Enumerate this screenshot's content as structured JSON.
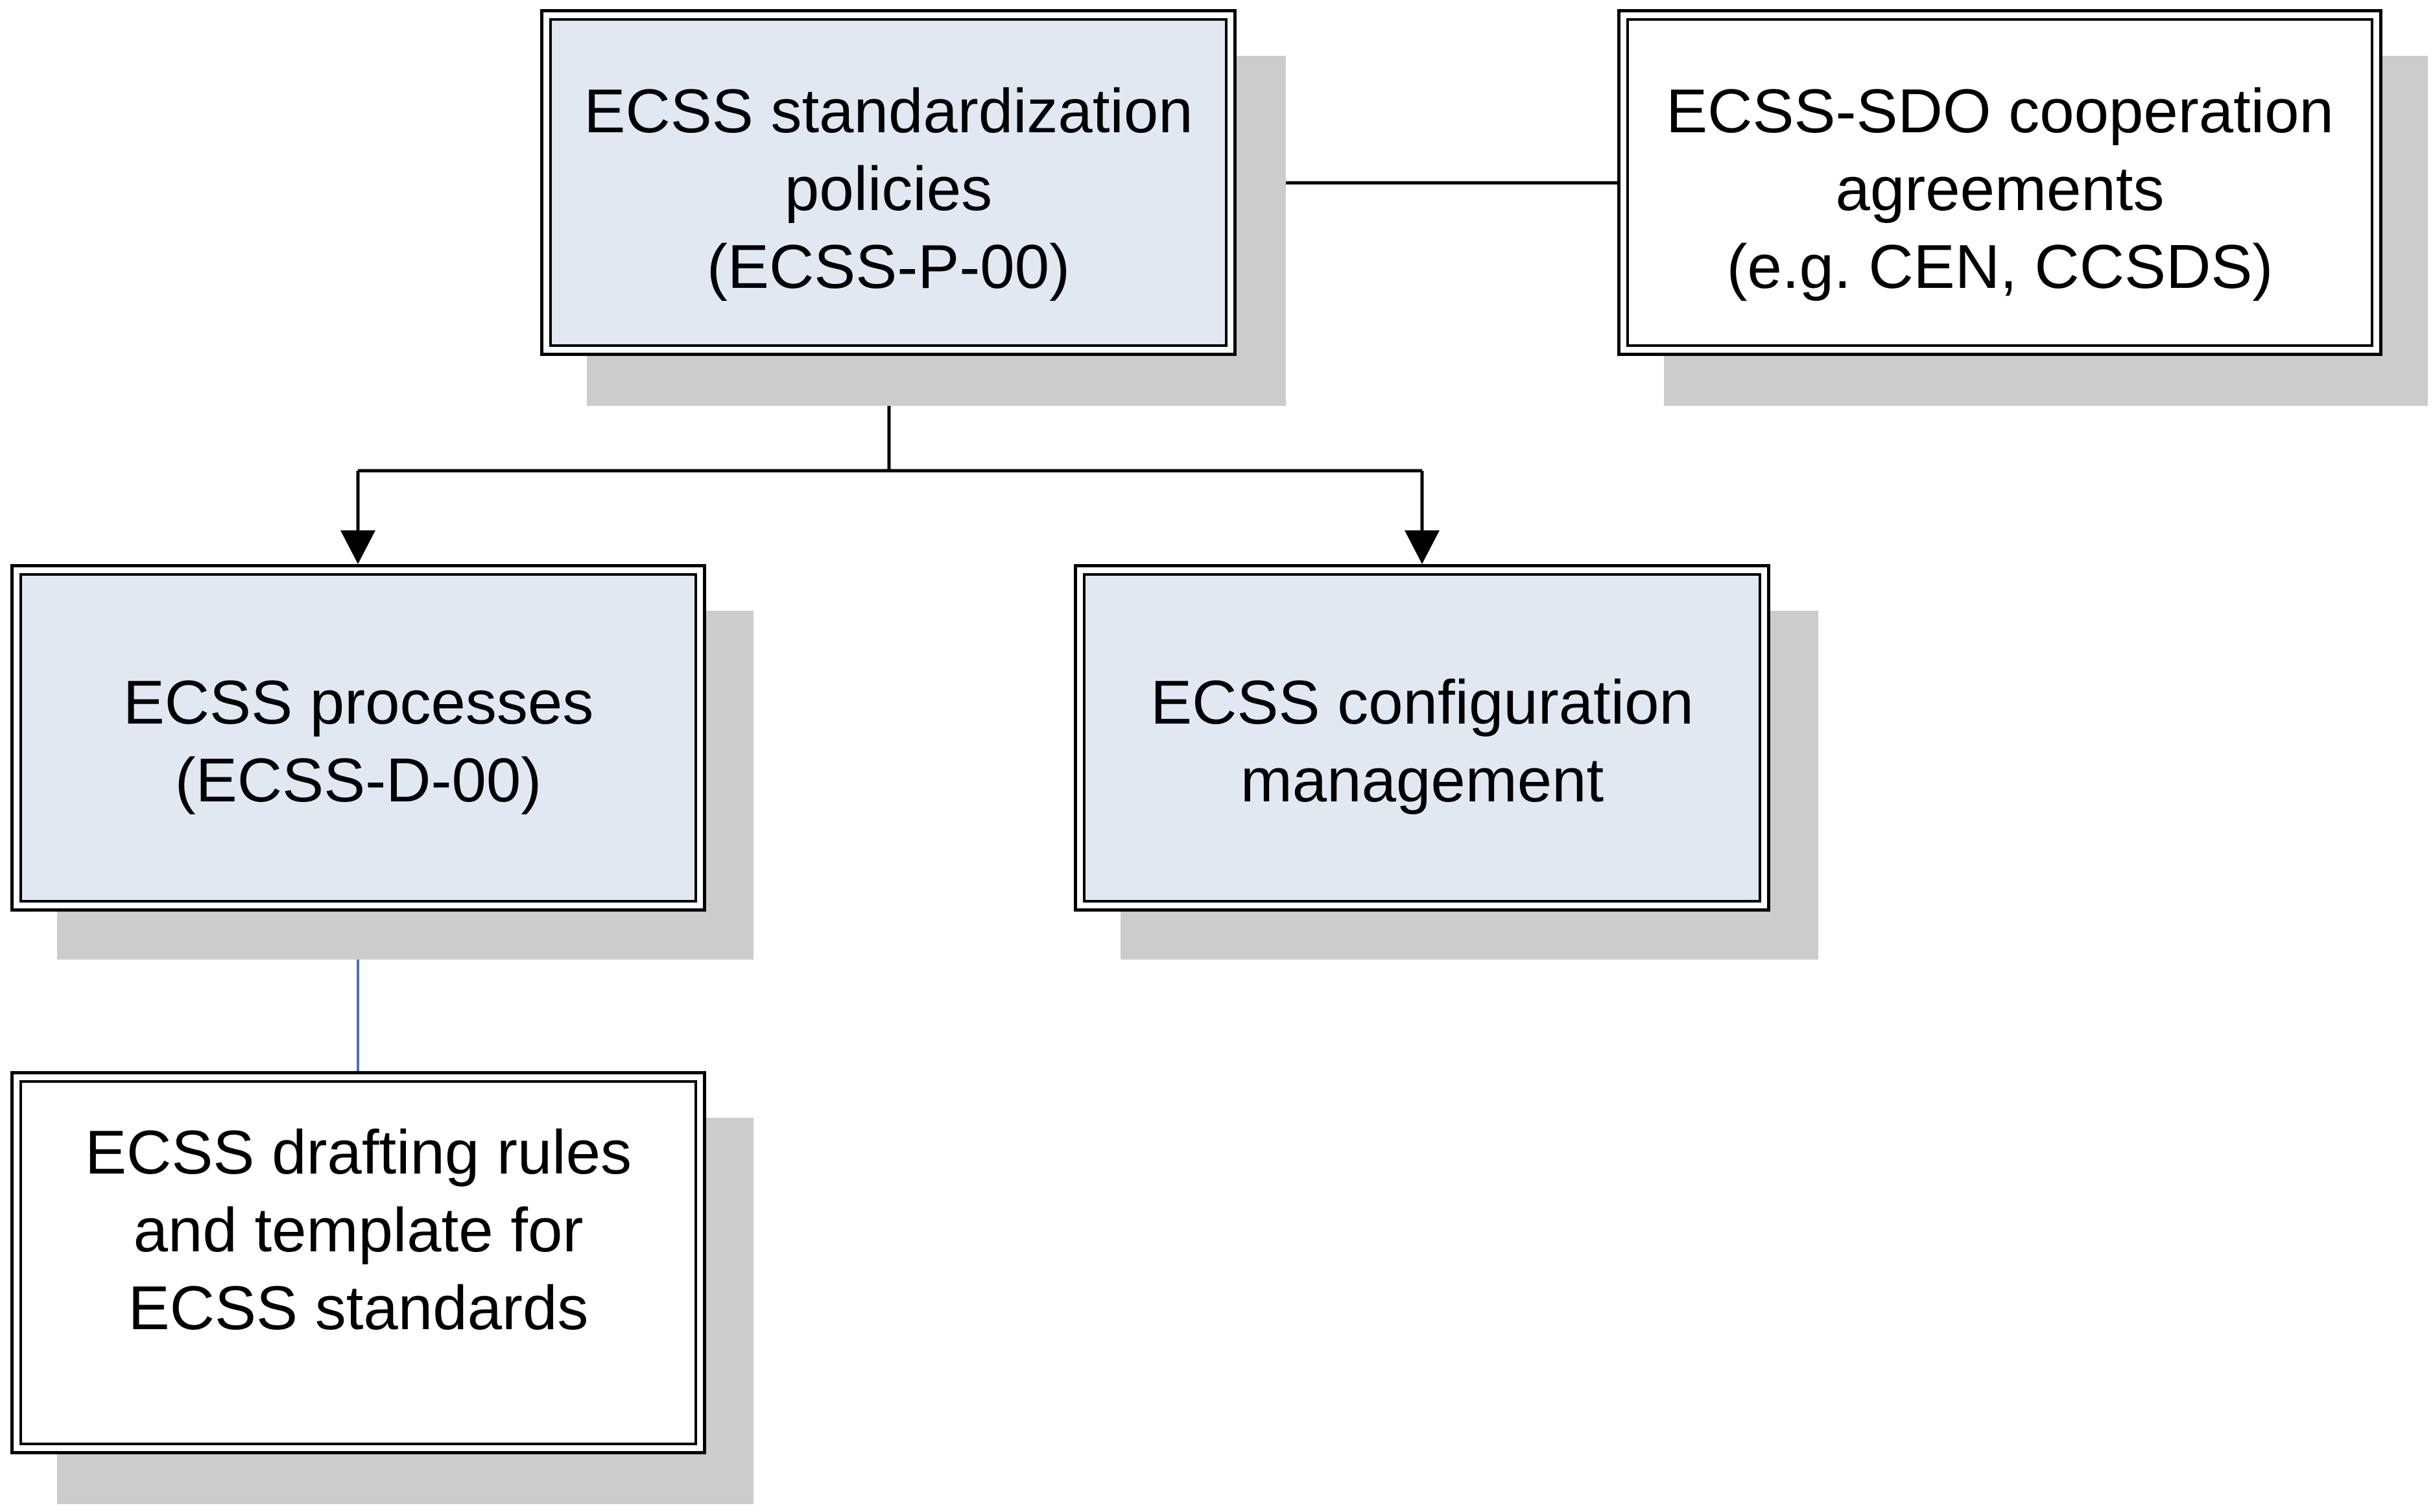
{
  "diagram": {
    "nodes": {
      "policies": {
        "lines": [
          "ECSS standardization",
          "policies",
          "(ECSS-P-00)"
        ],
        "fill": "#e1e8f2"
      },
      "sdo": {
        "lines": [
          "ECSS-SDO cooperation",
          "agreements",
          "(e.g. CEN, CCSDS)"
        ],
        "fill": "#ffffff"
      },
      "processes": {
        "lines": [
          "ECSS processes",
          "(ECSS-D-00)"
        ],
        "fill": "#e1e8f2"
      },
      "configuration": {
        "lines": [
          "ECSS configuration",
          "management"
        ],
        "fill": "#e1e8f2"
      },
      "drafting": {
        "lines": [
          "ECSS drafting rules",
          "and template for",
          "ECSS standards"
        ],
        "fill": "#ffffff"
      }
    },
    "edges": [
      {
        "from": "policies",
        "to": "sdo",
        "style": "plain line"
      },
      {
        "from": "policies",
        "to": "processes",
        "style": "arrow"
      },
      {
        "from": "policies",
        "to": "configuration",
        "style": "arrow"
      },
      {
        "from": "processes",
        "to": "drafting",
        "style": "plain line",
        "color": "#4a72b0"
      }
    ],
    "colors": {
      "box_fill_blue": "#e1e8f2",
      "box_fill_white": "#ffffff",
      "shadow": "#cccccc",
      "border": "#000000",
      "link_blue": "#4a72b0"
    }
  }
}
